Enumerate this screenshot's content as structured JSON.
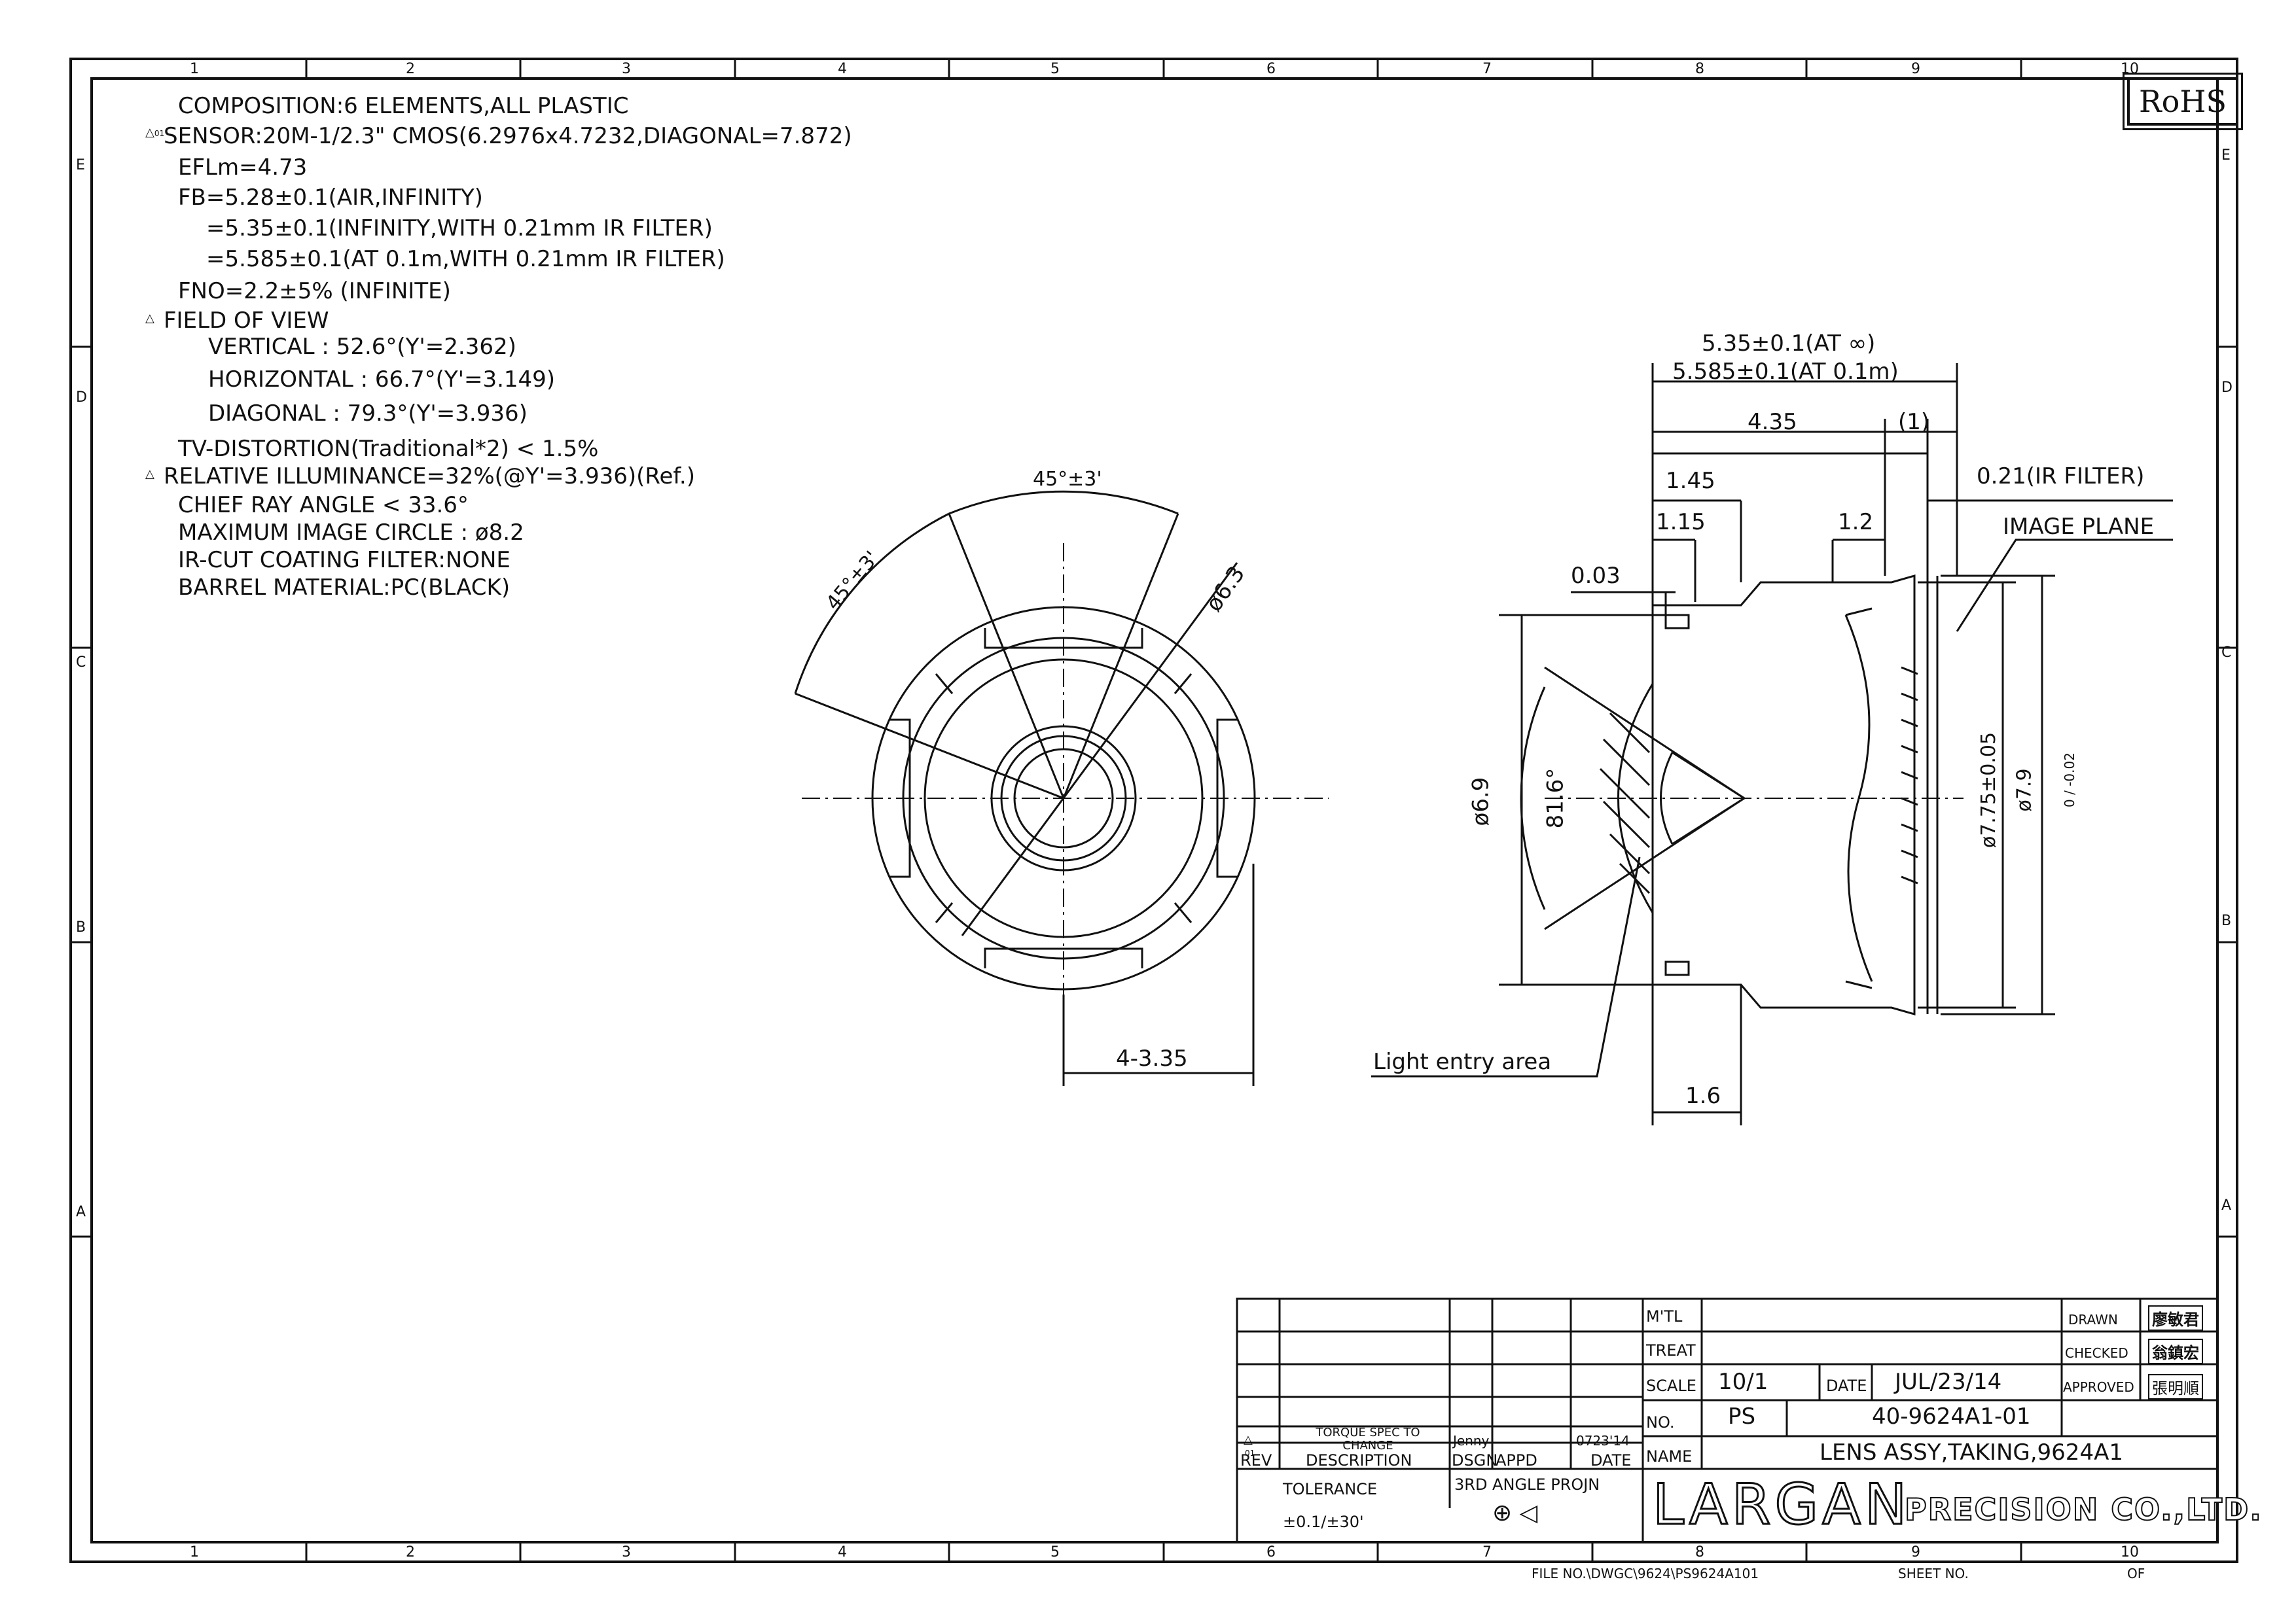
{
  "badge": "RoHS",
  "zones": {
    "columns": [
      "1",
      "2",
      "3",
      "4",
      "5",
      "6",
      "7",
      "8",
      "9",
      "10"
    ],
    "rows": [
      "E",
      "D",
      "C",
      "B",
      "A"
    ]
  },
  "specs": {
    "composition": "COMPOSITION:6 ELEMENTS,ALL PLASTIC",
    "sensor": "SENSOR:20M-1/2.3\" CMOS(6.2976x4.7232,DIAGONAL=7.872)",
    "efl": "EFLm=4.73",
    "fb1": "FB=5.28±0.1(AIR,INFINITY)",
    "fb2": "=5.35±0.1(INFINITY,WITH 0.21mm IR FILTER)",
    "fb3": "=5.585±0.1(AT 0.1m,WITH 0.21mm IR FILTER)",
    "fno": "FNO=2.2±5% (INFINITE)",
    "fov": "FIELD OF VIEW",
    "fov_v": "VERTICAL : 52.6°(Y'=2.362)",
    "fov_h": "HORIZONTAL : 66.7°(Y'=3.149)",
    "fov_d": "DIAGONAL : 79.3°(Y'=3.936)",
    "tv": "TV-DISTORTION(Traditional*2) < 1.5%",
    "ri": "RELATIVE ILLUMINANCE=32%(@Y'=3.936)(Ref.)",
    "cra": "CHIEF RAY ANGLE < 33.6°",
    "mic": "MAXIMUM IMAGE CIRCLE : ø8.2",
    "ir": "IR-CUT COATING FILTER:NONE",
    "barrel": "BARREL MATERIAL:PC(BLACK)",
    "rev_mark": "01"
  },
  "front_view": {
    "angle_top": "45°±3'",
    "angle_left": "45°±3'",
    "dia": "ø6.3",
    "width": "4-3.35"
  },
  "side_view": {
    "fb_inf": "5.35±0.1(AT ∞)",
    "fb_near": "5.585±0.1(AT 0.1m)",
    "len": "4.35",
    "paren": "(1)",
    "d145": "1.45",
    "d115": "1.15",
    "d12": "1.2",
    "d003": "0.03",
    "ir_filter": "0.21(IR FILTER)",
    "image_plane": "IMAGE PLANE",
    "d69": "ø6.9",
    "angle": "81.6°",
    "d775": "ø7.75±0.05",
    "d79": "ø7.9",
    "d79_tol": "0 / -0.02",
    "d16": "1.6",
    "light": "Light entry area"
  },
  "title_block": {
    "mtl": "M'TL",
    "treat": "TREAT",
    "scale": "SCALE",
    "scale_val": "10/1",
    "date_lbl": "DATE",
    "date_val": "JUL/23/14",
    "no": "NO.",
    "ps": "PS",
    "part_no": "40-9624A1-01",
    "name": "NAME",
    "part_name": "LENS ASSY,TAKING,9624A1",
    "drawn": "DRAWN",
    "checked": "CHECKED",
    "approved": "APPROVED",
    "sig_drawn": "廖敏君",
    "sig_checked": "翁鎮宏",
    "sig_approved": "張明順",
    "rev_desc": "TORQUE SPEC TO CHANGE",
    "rev_by": "Jenny",
    "rev_date": "0723'14",
    "rev_no": "01",
    "h_rev": "REV",
    "h_desc": "DESCRIPTION",
    "h_dsgn": "DSGN",
    "h_appd": "APPD",
    "h_date": "DATE",
    "tolerance": "TOLERANCE",
    "tol_val": "±0.1/±30'",
    "projection": "3RD ANGLE PROJN",
    "company1": "LARGAN",
    "company2": "PRECISION CO.,LTD.",
    "file": "FILE NO.\\DWGC\\9624\\PS9624A101",
    "sheet": "SHEET NO.",
    "of": "OF"
  }
}
